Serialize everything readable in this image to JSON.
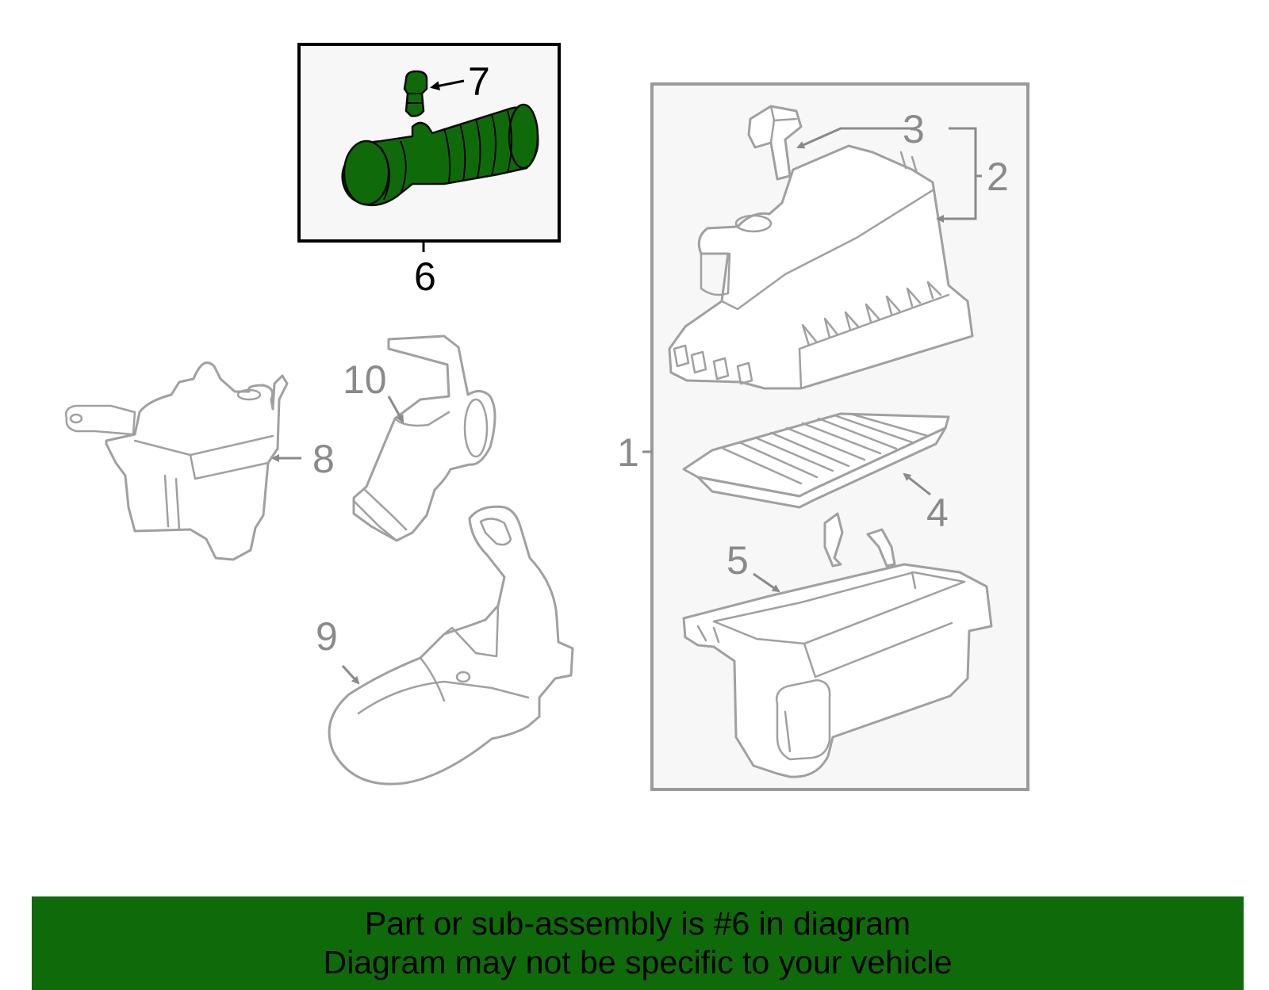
{
  "callouts": {
    "c1": "1",
    "c2": "2",
    "c3": "3",
    "c4": "4",
    "c5": "5",
    "c6": "6",
    "c7": "7",
    "c8": "8",
    "c9": "9",
    "c10": "10"
  },
  "footer": {
    "line1": "Part or sub-assembly is #6 in diagram",
    "line2": "Diagram may not be specific to your vehicle"
  },
  "colors": {
    "highlight": "#0f6b0a",
    "outline": "#a0a0a0",
    "callout_text": "#8a8a8a"
  }
}
